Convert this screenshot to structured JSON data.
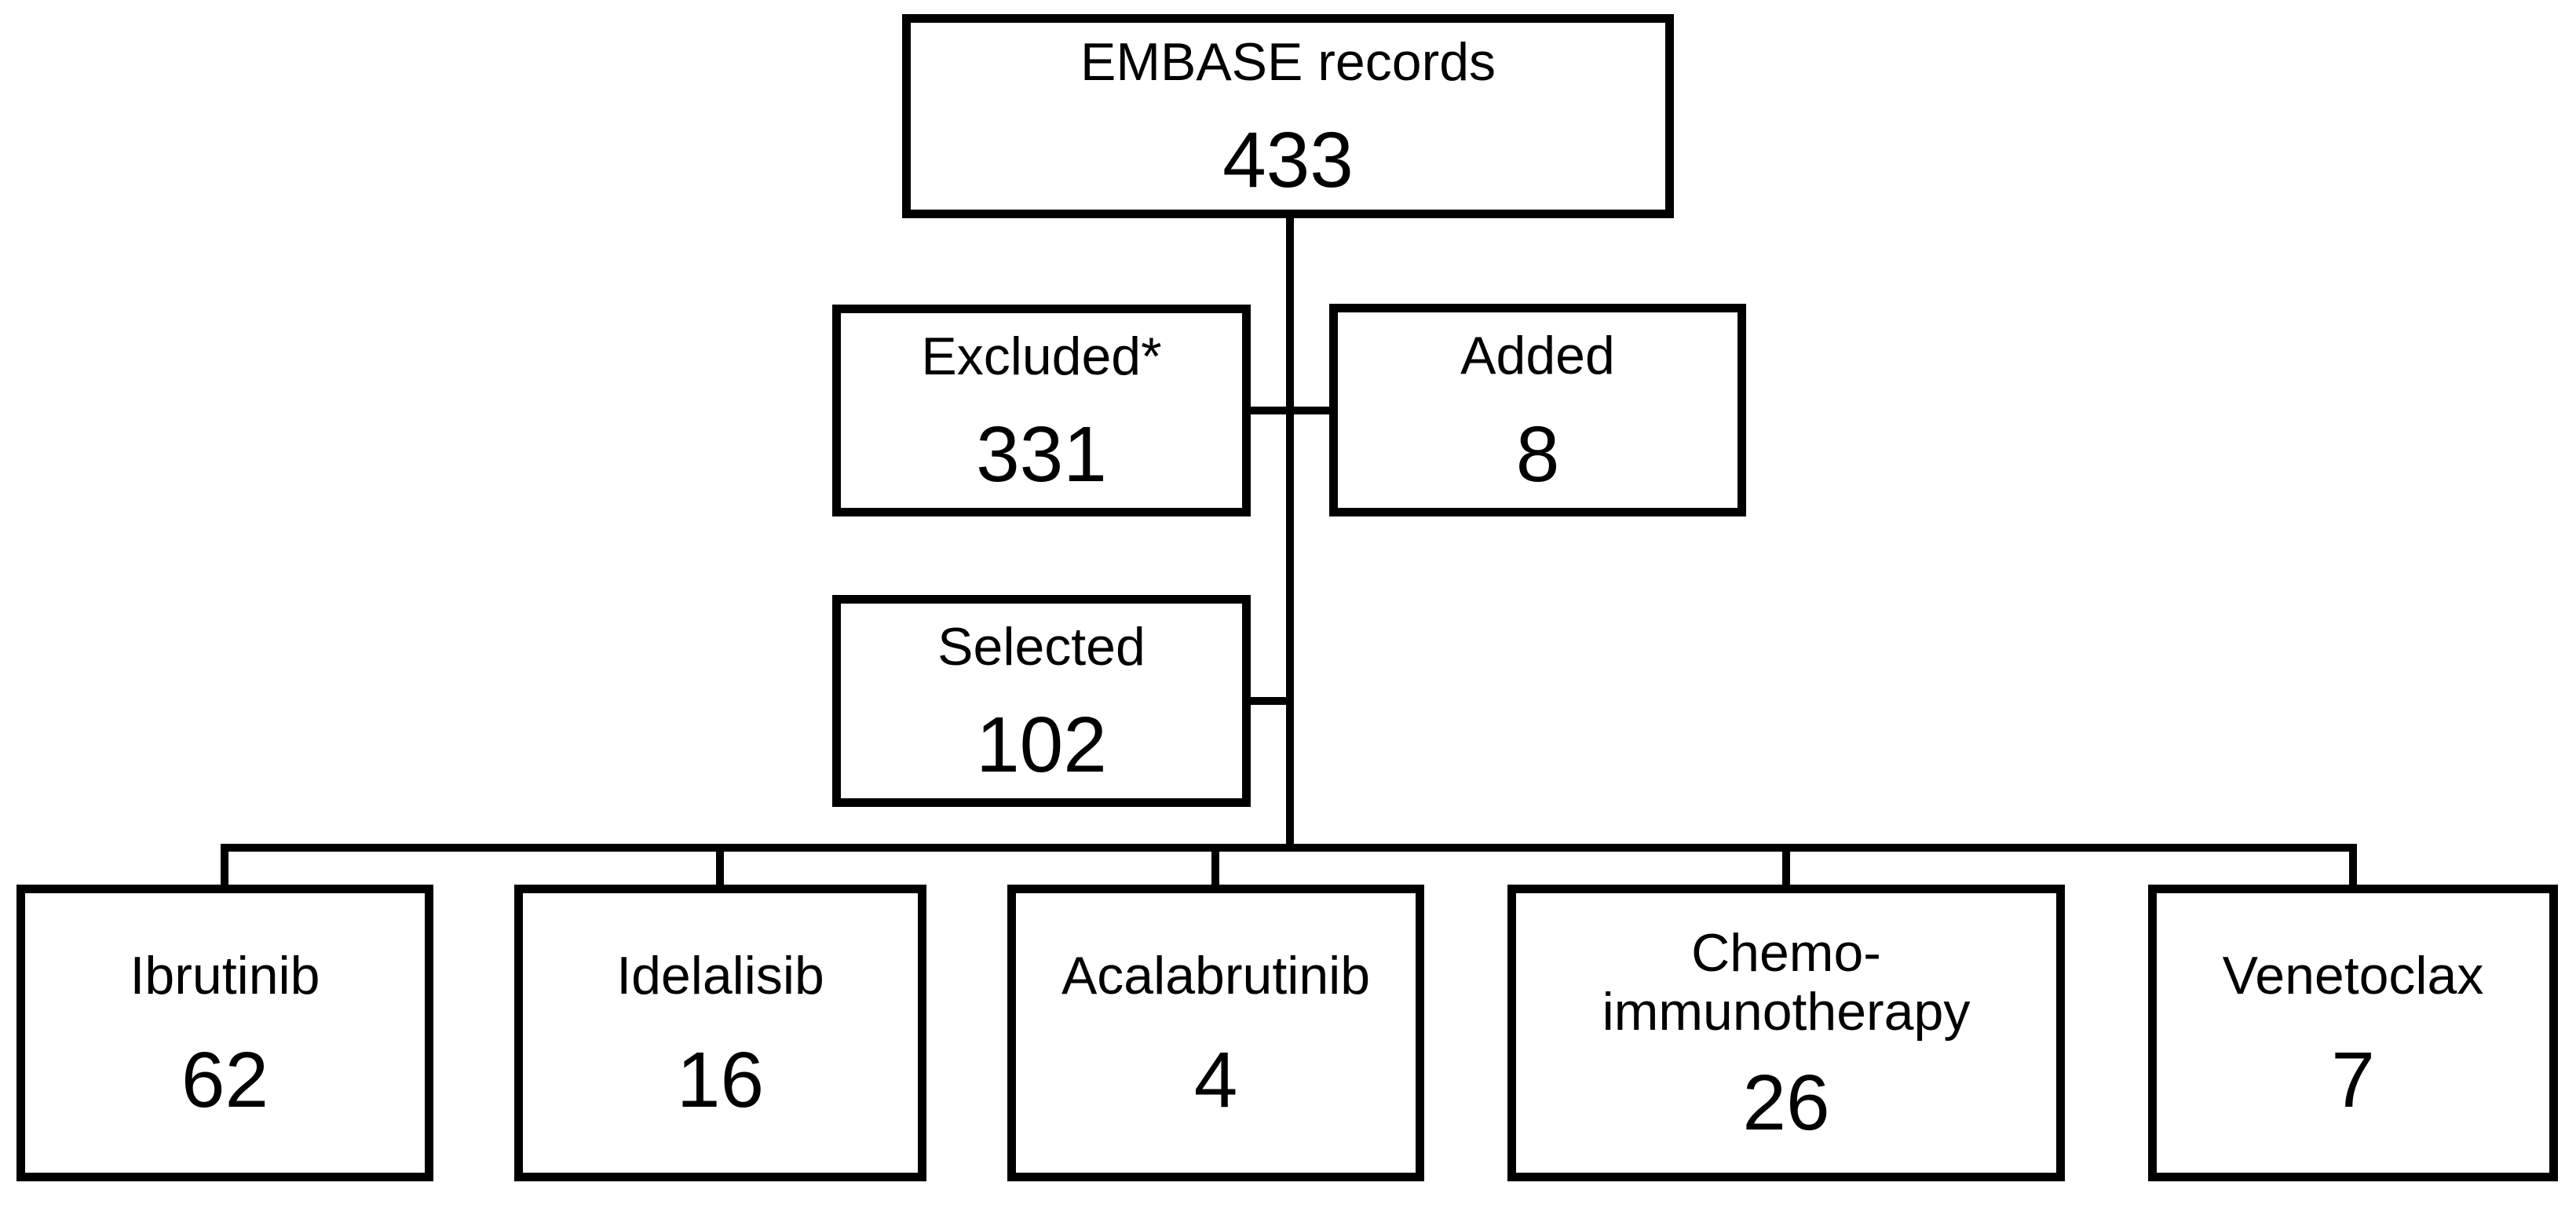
{
  "diagram": {
    "type": "flowchart",
    "colors": {
      "line": "#000000",
      "text": "#000000",
      "background": "#ffffff"
    },
    "boxes": [
      {
        "id": "embase",
        "label": "EMBASE records",
        "value": "433"
      },
      {
        "id": "excluded",
        "label": "Excluded*",
        "value": "331"
      },
      {
        "id": "added",
        "label": "Added",
        "value": "8"
      },
      {
        "id": "selected",
        "label": "Selected",
        "value": "102"
      },
      {
        "id": "ibrutinib",
        "label": "Ibrutinib",
        "value": "62"
      },
      {
        "id": "idelalisib",
        "label": "Idelalisib",
        "value": "16"
      },
      {
        "id": "acalabrutinib",
        "label": "Acalabrutinib",
        "value": "4"
      },
      {
        "id": "chemo",
        "label": "Chemo-immunotherapy",
        "label_lines": [
          "Chemo-",
          "immunotherapy"
        ],
        "value": "26"
      },
      {
        "id": "venetoclax",
        "label": "Venetoclax",
        "value": "7"
      }
    ],
    "edges": [
      {
        "from": "embase",
        "to": "excluded"
      },
      {
        "from": "embase",
        "to": "added"
      },
      {
        "from": "embase",
        "to": "selected"
      },
      {
        "from": "selected",
        "to": "ibrutinib"
      },
      {
        "from": "selected",
        "to": "idelalisib"
      },
      {
        "from": "selected",
        "to": "acalabrutinib"
      },
      {
        "from": "selected",
        "to": "chemo"
      },
      {
        "from": "selected",
        "to": "venetoclax"
      }
    ]
  }
}
